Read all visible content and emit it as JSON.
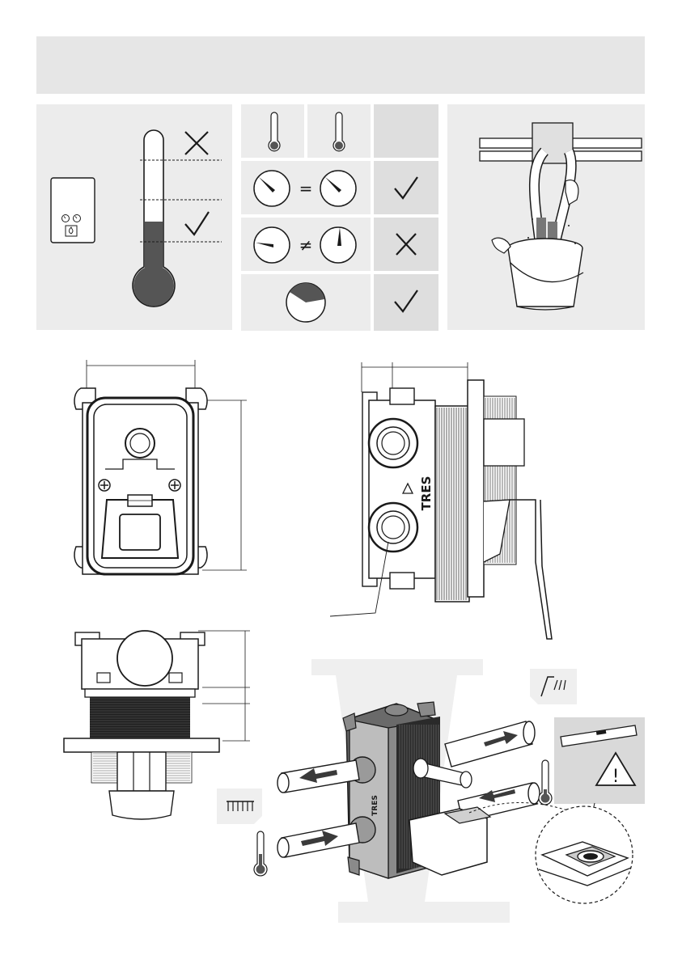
{
  "brand": {
    "logo_text": "TRES"
  },
  "header_bar": {
    "color": "#e6e6e6"
  },
  "colors": {
    "panel": "#ececec",
    "check_cell": "#dedede",
    "line": "#1a1a1a",
    "mercury": "#4a4a4a",
    "heater_body": "#5a5a5a",
    "arrow": "#3a3a3a",
    "floor_hint": "#efefef"
  },
  "icons": {
    "reject": "cross-icon",
    "accept": "check-icon",
    "not_equal": "≠",
    "equal": "=",
    "warning": "!"
  },
  "pressure_rows": [
    {
      "symbol": "=",
      "result": "check"
    },
    {
      "symbol": "≠",
      "result": "cross"
    },
    {
      "symbol": "",
      "result": "check"
    }
  ]
}
